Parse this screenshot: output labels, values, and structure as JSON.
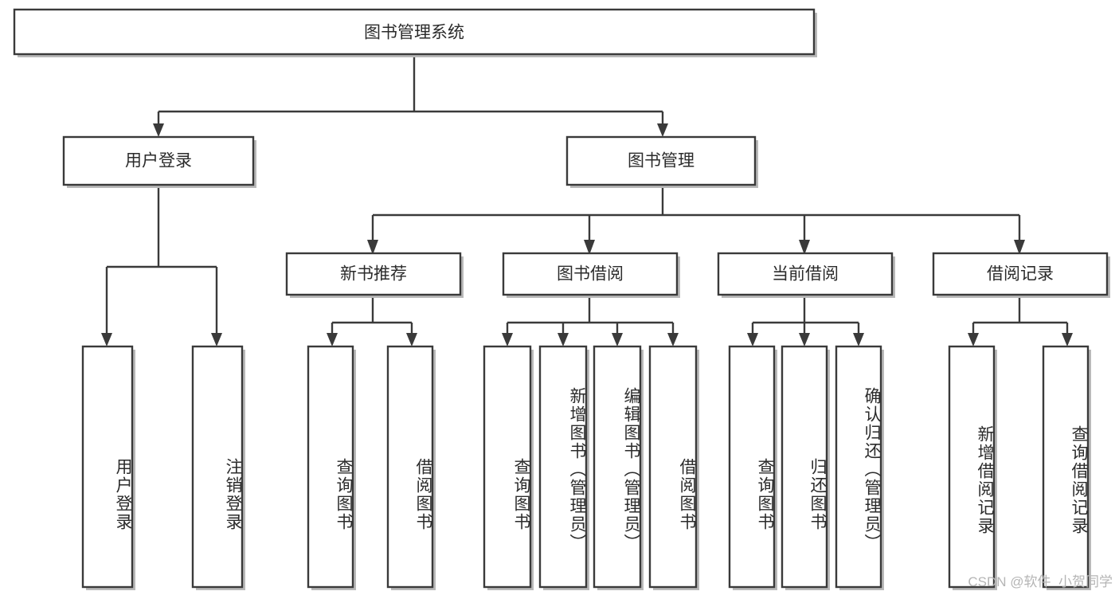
{
  "diagram": {
    "title_node": {
      "label": "图书管理系统"
    },
    "level2": [
      {
        "label": "用户登录"
      },
      {
        "label": "图书管理"
      }
    ],
    "level3": [
      {
        "label": "新书推荐"
      },
      {
        "label": "图书借阅"
      },
      {
        "label": "当前借阅"
      },
      {
        "label": "借阅记录"
      }
    ],
    "leaves": {
      "user_login": [
        {
          "label": "用户登录"
        },
        {
          "label": "注销登录"
        }
      ],
      "new_book_recommend": [
        {
          "label": "查询图书"
        },
        {
          "label": "借阅图书"
        }
      ],
      "book_borrow": [
        {
          "label": "查询图书"
        },
        {
          "label": "新增图书（管理员）"
        },
        {
          "label": "编辑图书（管理员）"
        },
        {
          "label": "借阅图书"
        }
      ],
      "current_borrow": [
        {
          "label": "查询图书"
        },
        {
          "label": "归还图书"
        },
        {
          "label": "确认归还（管理员）"
        }
      ],
      "borrow_record": [
        {
          "label": "新增借阅记录"
        },
        {
          "label": "查询借阅记录"
        }
      ]
    }
  },
  "watermark": {
    "text": "CSDN @软件_小贺同学"
  },
  "colors": {
    "stroke": "#3a3a3a",
    "fill": "#ffffff",
    "text": "#2b2b2b",
    "watermark": "#b5b5b5"
  }
}
